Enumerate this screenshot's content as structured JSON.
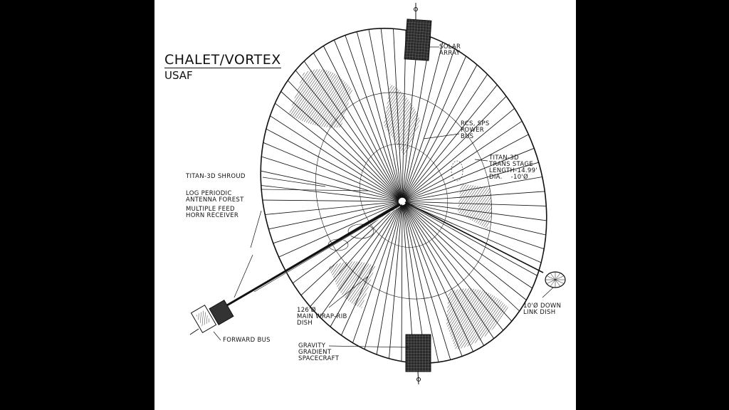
{
  "title": "CHALET/VORTEX",
  "subtitle": "USAF",
  "labels": {
    "solar_array": "SOLAR\nARRAY",
    "power_bus": "RCS, SPS\nPOWER\nBUS",
    "trans_stage": "TITAN-3D\nTRANS STAGE\nLENGTH-14.99'\nDIA.    -10'Ø",
    "shroud": "TITAN-3D SHROUD",
    "antenna_forest": "LOG PERIODIC\nANTENNA FOREST",
    "feed_horn": "MULTIPLE FEED\nHORN RECEIVER",
    "main_dish": "126'Ø\nMAIN WRAP-RIB\nDISH",
    "downlink": "10'Ø DOWN\nLINK DISH",
    "forward_bus": "FORWARD BUS",
    "gravity": "GRAVITY\nGRADIENT\nSPACECRAFT"
  }
}
